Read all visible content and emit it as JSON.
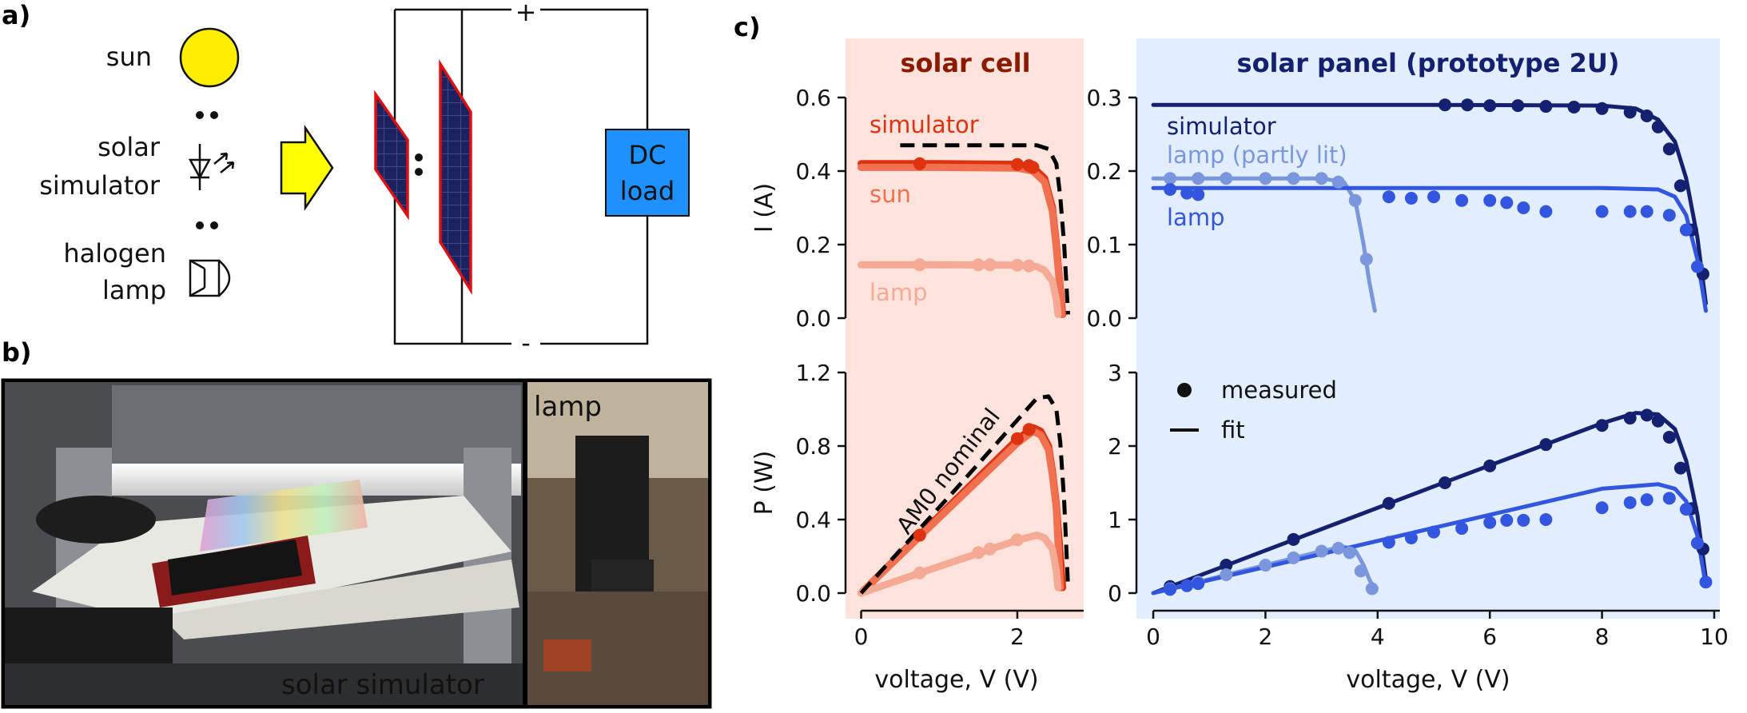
{
  "panel_labels": {
    "a": "a)",
    "b": "b)",
    "c": "c)"
  },
  "schematic": {
    "sources": [
      {
        "id": "sun",
        "lines": [
          "sun"
        ]
      },
      {
        "id": "simulator",
        "lines": [
          "solar",
          "simulator"
        ]
      },
      {
        "id": "lamp",
        "lines": [
          "halogen",
          "lamp"
        ]
      }
    ],
    "sun_color": "#ffee00",
    "arrow_color": "#ffff00",
    "load_lines": [
      "DC",
      "load"
    ],
    "load_color": "#1e90ff",
    "plus": "+",
    "minus": "-",
    "cell_frame_color": "#dd1111",
    "cell_color": "#1c2160"
  },
  "photos": {
    "main_label": "solar simulator",
    "inset_label": "lamp"
  },
  "chart_data": [
    {
      "type": "line",
      "title": "solar cell",
      "title_color": "#8b1a00",
      "background": "#fde3dc",
      "xlabel": "voltage, V (V)",
      "ylabel": "I (A)",
      "xlim": [
        -0.2,
        2.85
      ],
      "ylim": [
        0,
        0.6
      ],
      "xticks": [
        "0",
        "2"
      ],
      "yticks": [
        "0.0",
        "0.2",
        "0.4",
        "0.6"
      ],
      "series": [
        {
          "name": "simulator",
          "color": "#dd3311",
          "style": "solid",
          "x": [
            0,
            1.0,
            2.0,
            2.2,
            2.35,
            2.45,
            2.5,
            2.55,
            2.58
          ],
          "y": [
            0.42,
            0.42,
            0.418,
            0.41,
            0.38,
            0.3,
            0.2,
            0.08,
            0.01
          ]
        },
        {
          "name": "sun",
          "color": "#f07050",
          "style": "solid",
          "x": [
            0,
            1.0,
            2.0,
            2.2,
            2.35,
            2.45,
            2.5,
            2.55,
            2.57
          ],
          "y": [
            0.41,
            0.41,
            0.408,
            0.4,
            0.37,
            0.29,
            0.19,
            0.07,
            0.01
          ]
        },
        {
          "name": "lamp",
          "color": "#f5aa95",
          "style": "solid",
          "x": [
            0,
            1.0,
            2.0,
            2.25,
            2.35,
            2.45,
            2.5,
            2.52
          ],
          "y": [
            0.145,
            0.145,
            0.144,
            0.14,
            0.13,
            0.1,
            0.05,
            0.01
          ]
        },
        {
          "name": "AM0 nominal",
          "color": "#000000",
          "style": "dashed",
          "x": [
            0.5,
            2.25,
            2.4,
            2.5,
            2.55,
            2.6,
            2.65
          ],
          "y": [
            0.47,
            0.47,
            0.46,
            0.42,
            0.33,
            0.2,
            0.01
          ]
        }
      ],
      "points": [
        {
          "series": "simulator",
          "x": [
            0.75,
            2.0,
            2.15,
            2.2
          ],
          "y": [
            0.42,
            0.418,
            0.415,
            0.41
          ]
        },
        {
          "series": "lamp",
          "x": [
            0.75,
            1.5,
            1.65,
            2.0,
            2.15
          ],
          "y": [
            0.145,
            0.145,
            0.145,
            0.144,
            0.142
          ]
        }
      ],
      "annotations": [
        "simulator",
        "sun",
        "lamp"
      ]
    },
    {
      "type": "line",
      "title": "solar panel (prototype 2U)",
      "title_color": "#142070",
      "background": "#e2eefd",
      "xlabel": "voltage, V (V)",
      "ylabel": "",
      "xlim": [
        -0.3,
        10.1
      ],
      "ylim": [
        0,
        0.3
      ],
      "xticks": [
        "0",
        "2",
        "4",
        "6",
        "8",
        "10"
      ],
      "yticks": [
        "0.0",
        "0.1",
        "0.2",
        "0.3"
      ],
      "series": [
        {
          "name": "simulator",
          "color": "#142070",
          "style": "solid",
          "x": [
            0,
            5,
            8,
            8.6,
            9.0,
            9.3,
            9.5,
            9.7,
            9.85
          ],
          "y": [
            0.29,
            0.29,
            0.289,
            0.285,
            0.27,
            0.24,
            0.19,
            0.11,
            0.02
          ]
        },
        {
          "name": "lamp (partly lit)",
          "color": "#7a96dc",
          "style": "solid",
          "x": [
            0,
            3.0,
            3.4,
            3.6,
            3.75,
            3.85,
            3.95
          ],
          "y": [
            0.19,
            0.19,
            0.185,
            0.16,
            0.1,
            0.05,
            0.01
          ]
        },
        {
          "name": "lamp",
          "color": "#3356e0",
          "style": "solid",
          "x": [
            0,
            8.0,
            9.0,
            9.3,
            9.5,
            9.7,
            9.85
          ],
          "y": [
            0.177,
            0.177,
            0.175,
            0.165,
            0.14,
            0.08,
            0.01
          ]
        }
      ],
      "points": [
        {
          "series": "simulator",
          "x": [
            5.2,
            5.6,
            6.0,
            6.5,
            7.0,
            7.5,
            8.0,
            8.5,
            8.8,
            9.0,
            9.2,
            9.4,
            9.6,
            9.8
          ],
          "y": [
            0.29,
            0.29,
            0.289,
            0.289,
            0.288,
            0.287,
            0.285,
            0.28,
            0.275,
            0.26,
            0.23,
            0.18,
            0.12,
            0.06
          ]
        },
        {
          "series": "lamp (partly lit)",
          "x": [
            0.3,
            0.8,
            1.3,
            2.0,
            2.5,
            3.0,
            3.3,
            3.6,
            3.8
          ],
          "y": [
            0.19,
            0.19,
            0.19,
            0.19,
            0.19,
            0.19,
            0.185,
            0.16,
            0.08
          ]
        },
        {
          "series": "lamp",
          "x": [
            0.3,
            0.6,
            0.8,
            4.2,
            4.6,
            5.0,
            5.5,
            6.0,
            6.3,
            6.6,
            7.0,
            8.0,
            8.5,
            8.8,
            9.2,
            9.5,
            9.7
          ],
          "y": [
            0.175,
            0.17,
            0.168,
            0.165,
            0.163,
            0.165,
            0.16,
            0.16,
            0.157,
            0.15,
            0.145,
            0.145,
            0.145,
            0.145,
            0.14,
            0.12,
            0.07
          ]
        }
      ],
      "annotations": [
        "simulator",
        "lamp (partly lit)",
        "lamp"
      ]
    },
    {
      "type": "line",
      "xlabel": "voltage, V (V)",
      "ylabel": "P (W)",
      "xlim": [
        -0.2,
        2.85
      ],
      "ylim": [
        0,
        1.2
      ],
      "xticks": [
        "0",
        "2"
      ],
      "yticks": [
        "0.0",
        "0.4",
        "0.8",
        "1.2"
      ],
      "series": [
        {
          "name": "simulator",
          "color": "#dd3311",
          "style": "solid",
          "x": [
            0,
            1.0,
            2.0,
            2.2,
            2.3,
            2.4,
            2.45,
            2.5,
            2.55,
            2.58
          ],
          "y": [
            0,
            0.42,
            0.836,
            0.9,
            0.88,
            0.8,
            0.66,
            0.48,
            0.2,
            0.03
          ]
        },
        {
          "name": "sun",
          "color": "#f07050",
          "style": "solid",
          "x": [
            0,
            1.0,
            2.0,
            2.2,
            2.3,
            2.4,
            2.45,
            2.5,
            2.55
          ],
          "y": [
            0,
            0.41,
            0.816,
            0.88,
            0.86,
            0.78,
            0.64,
            0.46,
            0.03
          ]
        },
        {
          "name": "lamp",
          "color": "#f5aa95",
          "style": "solid",
          "x": [
            0,
            1.0,
            2.0,
            2.25,
            2.35,
            2.45,
            2.5,
            2.52
          ],
          "y": [
            0,
            0.145,
            0.288,
            0.315,
            0.3,
            0.24,
            0.12,
            0.03
          ]
        },
        {
          "name": "AM0 nominal",
          "color": "#000000",
          "style": "dashed",
          "x": [
            0,
            1.2,
            2.25,
            2.4,
            2.5,
            2.55,
            2.6,
            2.65
          ],
          "y": [
            0,
            0.56,
            1.06,
            1.07,
            1.0,
            0.82,
            0.5,
            0.03
          ]
        }
      ],
      "points": [
        {
          "series": "simulator",
          "x": [
            0.75,
            2.0,
            2.15
          ],
          "y": [
            0.315,
            0.84,
            0.89
          ]
        },
        {
          "series": "lamp",
          "x": [
            0.75,
            1.5,
            1.65,
            2.0
          ],
          "y": [
            0.11,
            0.22,
            0.24,
            0.29
          ]
        }
      ],
      "annotations": [
        "AM0 nominal"
      ]
    },
    {
      "type": "line",
      "xlabel": "voltage, V (V)",
      "ylabel": "",
      "xlim": [
        -0.3,
        10.1
      ],
      "ylim": [
        0,
        3
      ],
      "xticks": [
        "0",
        "2",
        "4",
        "6",
        "8",
        "10"
      ],
      "yticks": [
        "0",
        "1",
        "2",
        "3"
      ],
      "legend": {
        "position": "top-left",
        "entries": [
          {
            "marker": "dot",
            "label": "measured"
          },
          {
            "marker": "line",
            "label": "fit"
          }
        ]
      },
      "series": [
        {
          "name": "simulator",
          "color": "#142070",
          "style": "solid",
          "x": [
            0,
            5,
            8,
            8.6,
            9.0,
            9.3,
            9.5,
            9.7,
            9.85
          ],
          "y": [
            0,
            1.45,
            2.31,
            2.45,
            2.43,
            2.23,
            1.8,
            1.07,
            0.2
          ]
        },
        {
          "name": "lamp (partly lit)",
          "color": "#7a96dc",
          "style": "solid",
          "x": [
            0,
            3.0,
            3.4,
            3.6,
            3.75,
            3.85,
            3.95
          ],
          "y": [
            0,
            0.57,
            0.63,
            0.58,
            0.38,
            0.19,
            0.04
          ]
        },
        {
          "name": "lamp",
          "color": "#3356e0",
          "style": "solid",
          "x": [
            0,
            8.0,
            9.0,
            9.3,
            9.5,
            9.7,
            9.85
          ],
          "y": [
            0,
            1.42,
            1.48,
            1.42,
            1.25,
            0.78,
            0.1
          ]
        }
      ],
      "points": [
        {
          "series": "simulator",
          "x": [
            0.3,
            1.3,
            2.5,
            4.2,
            5.2,
            6.0,
            7.0,
            8.0,
            8.5,
            8.8,
            9.0,
            9.2,
            9.4,
            9.6,
            9.8
          ],
          "y": [
            0.09,
            0.38,
            0.73,
            1.22,
            1.5,
            1.73,
            2.02,
            2.28,
            2.38,
            2.42,
            2.34,
            2.12,
            1.7,
            1.15,
            0.6
          ]
        },
        {
          "series": "lamp (partly lit)",
          "x": [
            0.3,
            0.8,
            1.3,
            2.0,
            2.5,
            3.0,
            3.3,
            3.5,
            3.7,
            3.9
          ],
          "y": [
            0.06,
            0.15,
            0.25,
            0.38,
            0.48,
            0.57,
            0.61,
            0.55,
            0.3,
            0.06
          ]
        },
        {
          "series": "lamp",
          "x": [
            0.3,
            0.6,
            0.8,
            4.2,
            4.6,
            5.0,
            5.5,
            6.0,
            6.3,
            6.6,
            7.0,
            8.0,
            8.5,
            8.8,
            9.2,
            9.5,
            9.7,
            9.85
          ],
          "y": [
            0.05,
            0.1,
            0.13,
            0.69,
            0.75,
            0.83,
            0.88,
            0.96,
            0.99,
            0.99,
            1.0,
            1.16,
            1.23,
            1.27,
            1.29,
            1.14,
            0.68,
            0.15
          ]
        }
      ]
    }
  ]
}
